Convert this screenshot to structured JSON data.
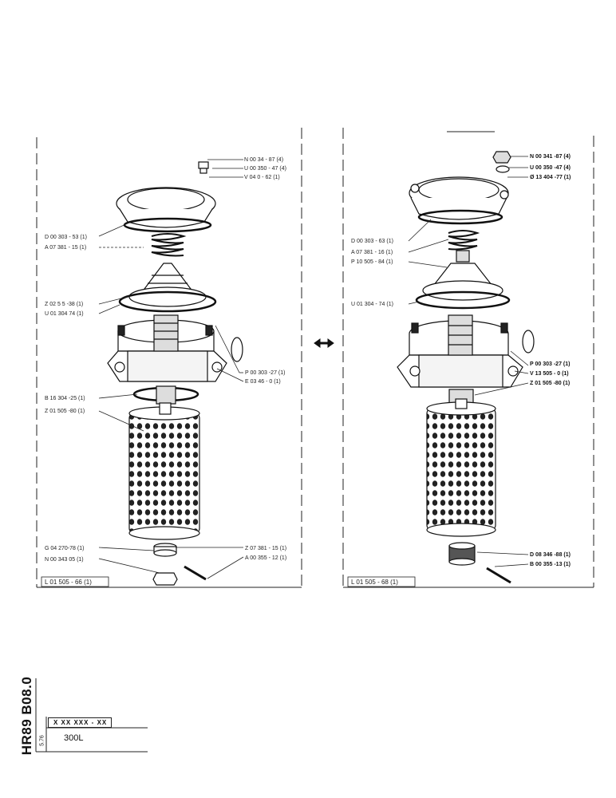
{
  "left_view": {
    "top_labels": [
      "N 00 34 - 87 (4)",
      "U 00 350 - 47 (4)",
      "V 04 0 - 62 (1)"
    ],
    "left_labels": [
      "D 00 303 - 53 (1)",
      "A 07 381 - 15 (1)",
      "Z 02 5 5 -38 (1)",
      "U 01 304 74 (1)",
      "B 16 304 -25 (1)",
      "Z 01 505 -80 (1)"
    ],
    "right_labels": [
      "P 00 303 -27 (1)",
      "E 03 46 - 0 (1)"
    ],
    "bottom_left_labels": [
      "G 04 270-78 (1)",
      "N 00 343 05 (1)"
    ],
    "bottom_right_labels": [
      "Z 07 381 - 15 (1)",
      "A 00 355 - 12 (1)"
    ],
    "part_number": "L 01 505 - 66 (1)"
  },
  "right_view": {
    "top_labels": [
      "N 00 341 -87 (4)",
      "U 00 350 -47 (4)",
      "Ø 13 404 -77 (1)"
    ],
    "left_labels": [
      "D 00 303 - 63 (1)",
      "A 07 381 - 16 (1)",
      "P 10 505 - 84 (1)",
      "U 01 304 - 74 (1)"
    ],
    "right_labels": [
      "P 00 303 -27 (1)",
      "V 13 505 - 0 (1)",
      "Z 01 505 -80 (1)"
    ],
    "bottom_labels": [
      "D 08 346 -88 (1)",
      "B 00 355 -13 (1)"
    ],
    "part_number": "L 01 505 - 68 (1)"
  },
  "arrow": "double-arrow-icon",
  "title_block": {
    "drawing_code": "HR89 B08.0",
    "date": "5.76",
    "number_mask": "X XX XXX - XX",
    "model": "300L"
  }
}
